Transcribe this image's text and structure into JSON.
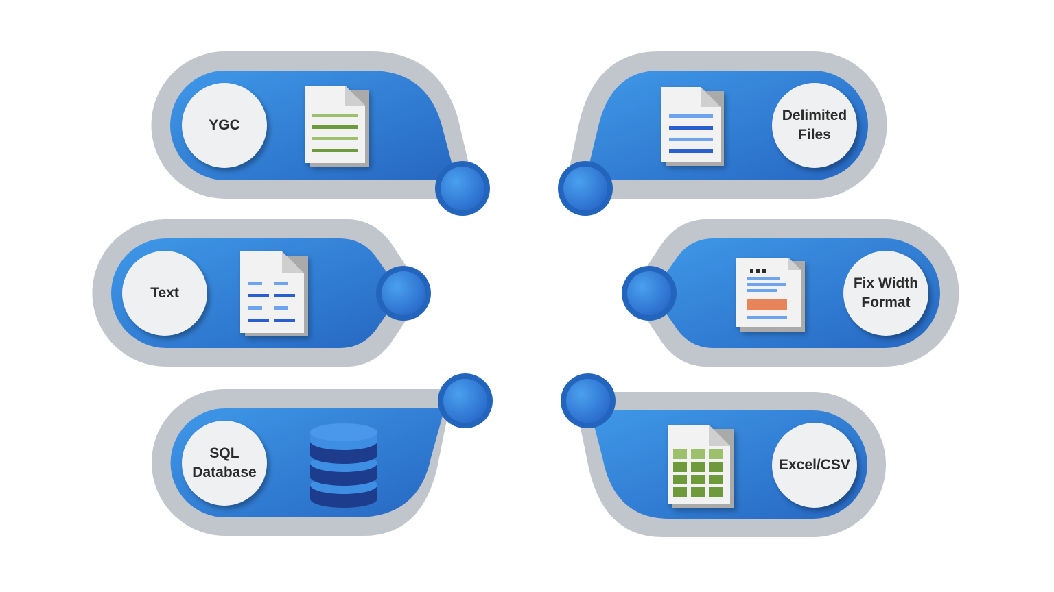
{
  "colors": {
    "pill": "#3a8ee0",
    "pill_dark": "#2364bd",
    "halo": "#c0c6cb",
    "label_bg": "#eff0f1",
    "doc_green": "#6f9a3c",
    "doc_green_light": "#9cc06b",
    "doc_blue": "#2a5fd0",
    "doc_blue_light": "#6ea4ef",
    "doc_orange": "#e8845a",
    "db_dark": "#1d3d8c",
    "db_light": "#3e8ee4"
  },
  "items": [
    {
      "id": "ygc",
      "label_lines": [
        "YGC"
      ],
      "icon": "green-lines-document-icon"
    },
    {
      "id": "text",
      "label_lines": [
        "Text"
      ],
      "icon": "blue-columns-document-icon"
    },
    {
      "id": "sql",
      "label_lines": [
        "SQL",
        "Database"
      ],
      "icon": "database-icon"
    },
    {
      "id": "delimited",
      "label_lines": [
        "Delimited",
        "Files"
      ],
      "icon": "blue-lines-document-icon"
    },
    {
      "id": "fixwidth",
      "label_lines": [
        "Fix Width",
        "Format"
      ],
      "icon": "fixed-width-document-icon"
    },
    {
      "id": "excel",
      "label_lines": [
        "Excel/CSV"
      ],
      "icon": "spreadsheet-document-icon"
    }
  ]
}
